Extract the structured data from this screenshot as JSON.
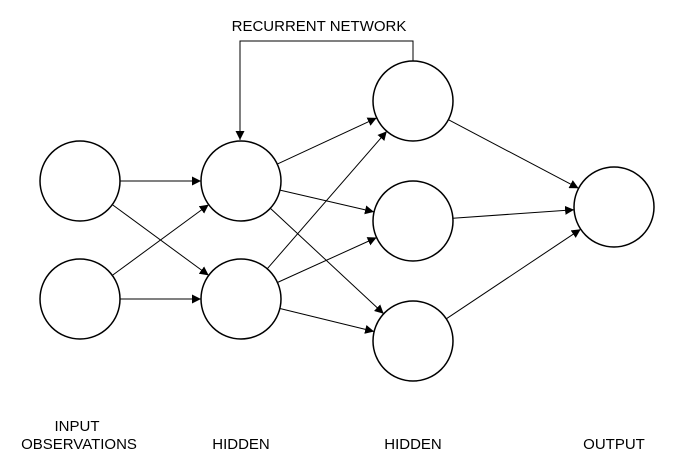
{
  "diagram": {
    "title": "RECURRENT NETWORK",
    "layer_labels": {
      "input_line1": "INPUT",
      "input_line2": "OBSERVATIONS",
      "hidden1": "HIDDEN",
      "hidden2": "HIDDEN",
      "output": "OUTPUT"
    },
    "layers": [
      {
        "id": "input",
        "nodes": 2
      },
      {
        "id": "hidden1",
        "nodes": 2
      },
      {
        "id": "hidden2",
        "nodes": 3
      },
      {
        "id": "output",
        "nodes": 1
      }
    ],
    "connections": "fully-connected between adjacent layers",
    "recurrent_link": {
      "from": "hidden2 node 1",
      "to": "hidden1 node 1"
    }
  }
}
